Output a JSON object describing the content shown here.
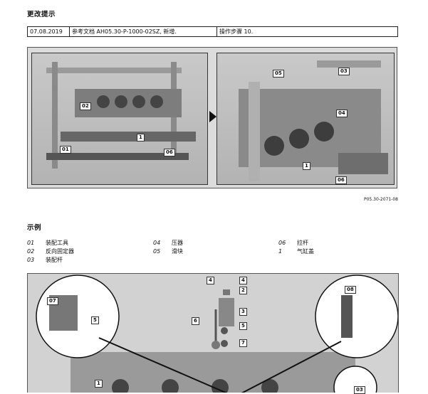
{
  "change_notice": {
    "heading": "更改提示",
    "date": "07.08.2019",
    "description": "参考文档 AH05.30-P-1000-02SZ, 新增.",
    "step": "操作步骤 10."
  },
  "figure_top": {
    "left_labels": [
      "02",
      "1",
      "01",
      "06"
    ],
    "right_labels": [
      "05",
      "03",
      "04",
      "1",
      "06"
    ],
    "reference": "P05.30-2071-08"
  },
  "legend": {
    "heading": "示例",
    "items": [
      {
        "num": "01",
        "text": "装配工具"
      },
      {
        "num": "02",
        "text": "反向固定器"
      },
      {
        "num": "03",
        "text": "装配杆"
      },
      {
        "num": "04",
        "text": "压器"
      },
      {
        "num": "05",
        "text": "滑块"
      },
      {
        "num": "06",
        "text": "拉杆"
      },
      {
        "num": "1",
        "text": "气缸盖"
      }
    ]
  },
  "figure_bottom": {
    "labels": [
      "4",
      "4",
      "2",
      "3",
      "6",
      "5",
      "7",
      "07",
      "5",
      "08",
      "1",
      "03"
    ]
  }
}
